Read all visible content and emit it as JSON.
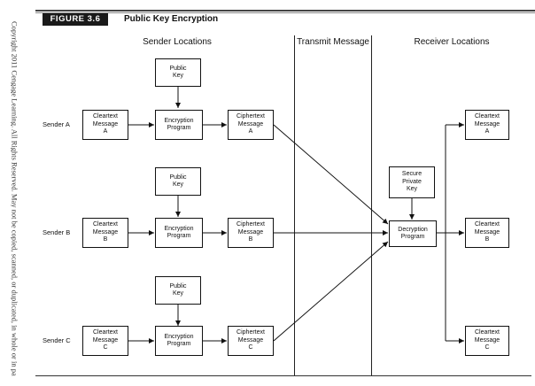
{
  "copyright_text": "Copyright 2011 Cengage Learning. All Rights Reserved. May not be copied, scanned, or duplicated, in whole or in pa",
  "figure": {
    "label": "FIGURE 3.6",
    "title": "Public Key Encryption"
  },
  "sections": {
    "sender": "Sender Locations",
    "transmit": "Transmit Message",
    "receiver": "Receiver Locations"
  },
  "senders": [
    {
      "label": "Sender A",
      "public_key": [
        "Public",
        "Key"
      ],
      "cleartext": [
        "Cleartext",
        "Message",
        "A"
      ],
      "encryption": [
        "Encryption",
        "Program"
      ],
      "ciphertext": [
        "Ciphertext",
        "Message",
        "A"
      ]
    },
    {
      "label": "Sender B",
      "public_key": [
        "Public",
        "Key"
      ],
      "cleartext": [
        "Cleartext",
        "Message",
        "B"
      ],
      "encryption": [
        "Encryption",
        "Program"
      ],
      "ciphertext": [
        "Ciphertext",
        "Message",
        "B"
      ]
    },
    {
      "label": "Sender C",
      "public_key": [
        "Public",
        "Key"
      ],
      "cleartext": [
        "Cleartext",
        "Message",
        "C"
      ],
      "encryption": [
        "Encryption",
        "Program"
      ],
      "ciphertext": [
        "Ciphertext",
        "Message",
        "C"
      ]
    }
  ],
  "receiver": {
    "private_key": [
      "Secure",
      "Private",
      "Key"
    ],
    "decryption": [
      "Decryption",
      "Program"
    ],
    "outputs": [
      [
        "Cleartext",
        "Message",
        "A"
      ],
      [
        "Cleartext",
        "Message",
        "B"
      ],
      [
        "Cleartext",
        "Message",
        "C"
      ]
    ]
  }
}
